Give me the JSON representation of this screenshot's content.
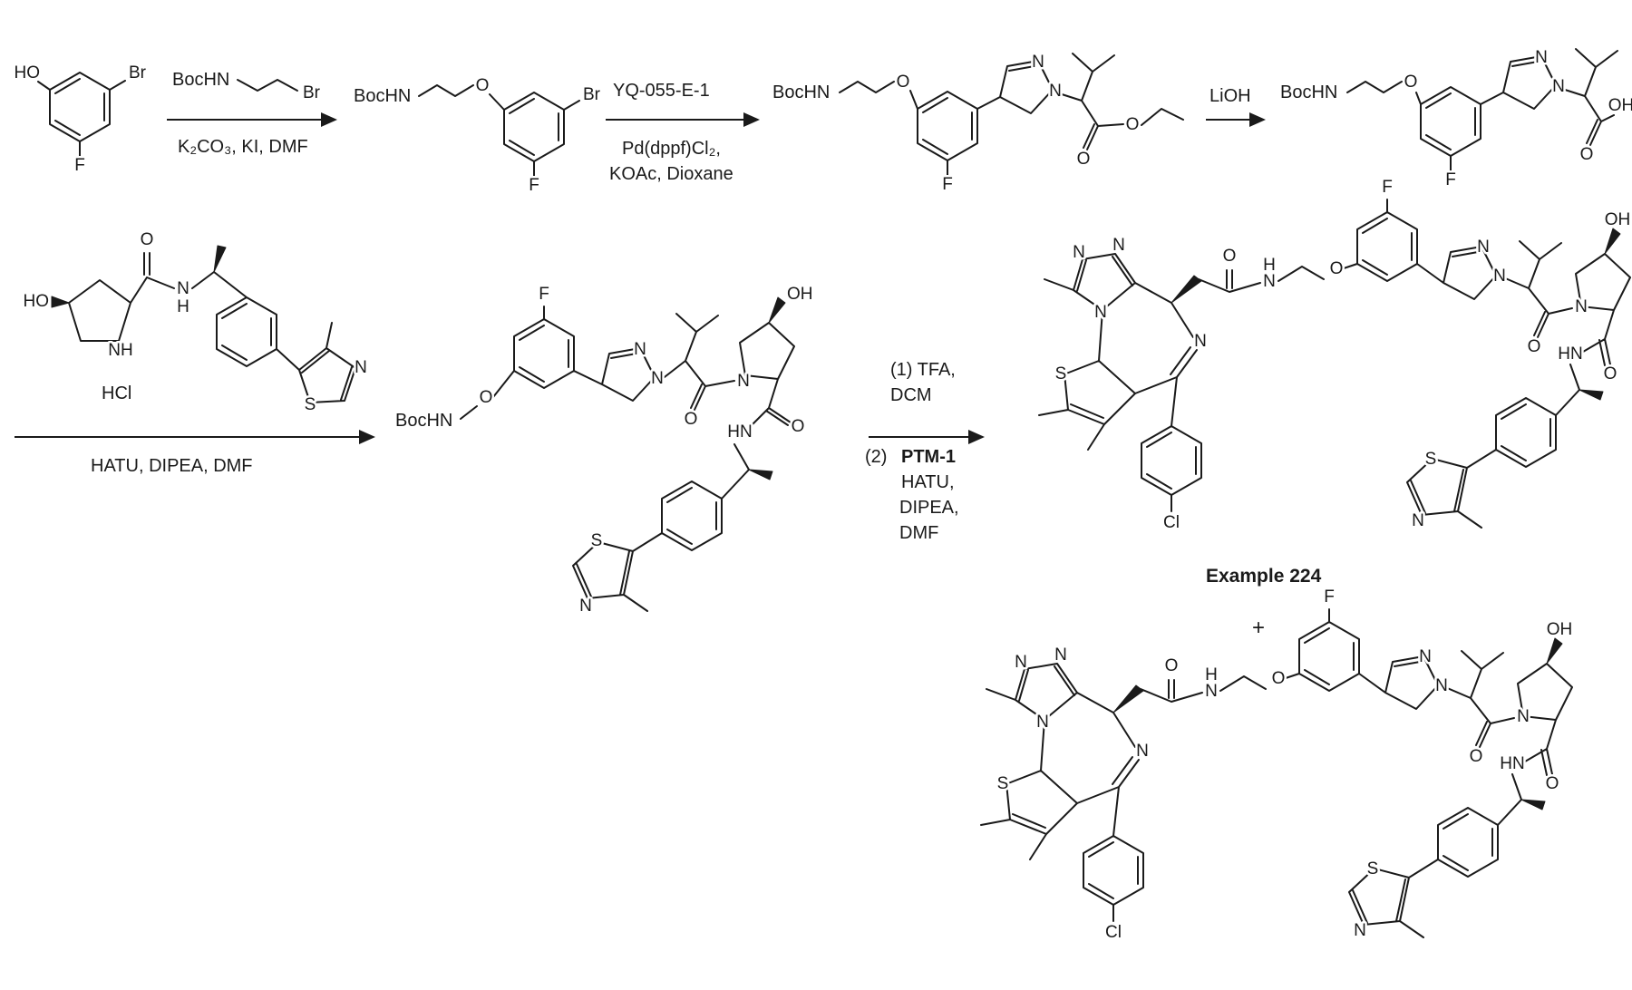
{
  "scheme": {
    "step1": {
      "reagent_label": "BocHN",
      "reagent_end": "Br",
      "below": "K₂CO₃, KI, DMF"
    },
    "step2": {
      "above": "YQ-055-E-1",
      "below1": "Pd(dppf)Cl₂,",
      "below2": "KOAc, Dioxane"
    },
    "step3": {
      "above": "LiOH"
    },
    "step4": {
      "below": "HATU, DIPEA, DMF"
    },
    "step5": {
      "l1": "(1) TFA,",
      "l2": "DCM",
      "l3a": "(2)",
      "l3b": "PTM-1",
      "l4": "HATU,",
      "l5": "DIPEA,",
      "l6": "DMF"
    },
    "product": {
      "label": "Example 224",
      "plus": "+"
    }
  },
  "atoms": {
    "HO": "HO",
    "OH": "OH",
    "O": "O",
    "N": "N",
    "NH": "NH",
    "HN": "HN",
    "H": "H",
    "S": "S",
    "F": "F",
    "Br": "Br",
    "Cl": "Cl",
    "BocHN": "BocHN",
    "HCl": "HCl"
  }
}
